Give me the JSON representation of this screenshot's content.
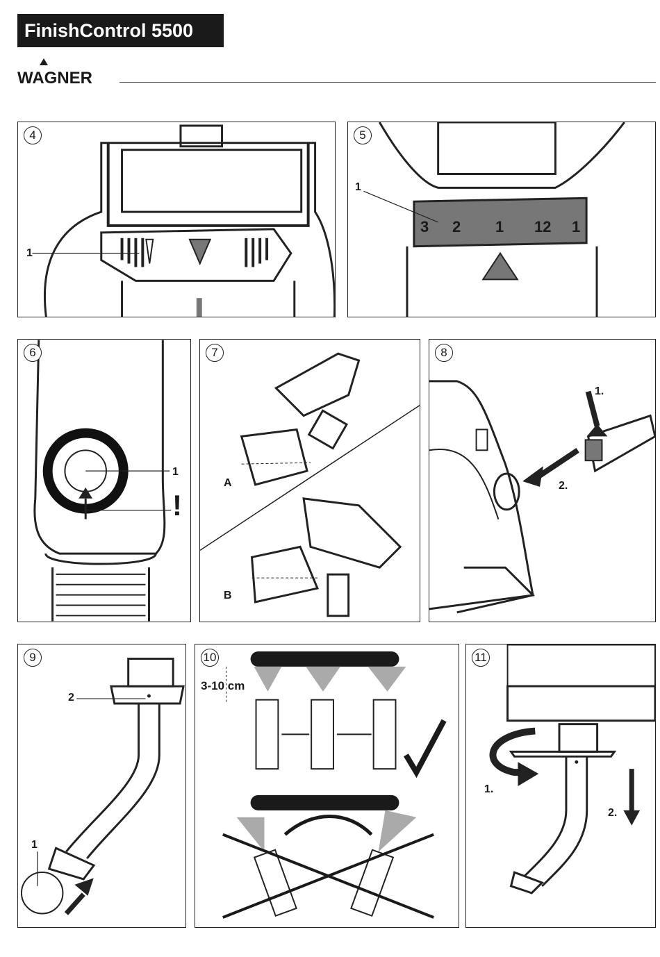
{
  "header": {
    "title": "FinishControl 5500",
    "brand": "WAGNER"
  },
  "panels": {
    "p4": {
      "number": "4",
      "labels": {
        "callout1": "1"
      }
    },
    "p5": {
      "number": "5",
      "labels": {
        "callout1": "1"
      },
      "dial_markings": [
        "3",
        "2",
        "1",
        "12",
        "1"
      ]
    },
    "p6": {
      "number": "6",
      "labels": {
        "callout1": "1",
        "warning": "!"
      }
    },
    "p7": {
      "number": "7",
      "labels": {
        "a": "A",
        "b": "B"
      }
    },
    "p8": {
      "number": "8",
      "labels": {
        "step1": "1.",
        "step2": "2."
      }
    },
    "p9": {
      "number": "9",
      "labels": {
        "callout1": "1",
        "callout2": "2"
      }
    },
    "p10": {
      "number": "10",
      "labels": {
        "distance": "3-10 cm"
      }
    },
    "p11": {
      "number": "11",
      "labels": {
        "step1": "1.",
        "step2": "2."
      }
    }
  },
  "icons": [
    "wagner-logo-icon",
    "checkmark-icon",
    "cross-out-icon",
    "arrow-icon",
    "spray-cone-icon"
  ]
}
